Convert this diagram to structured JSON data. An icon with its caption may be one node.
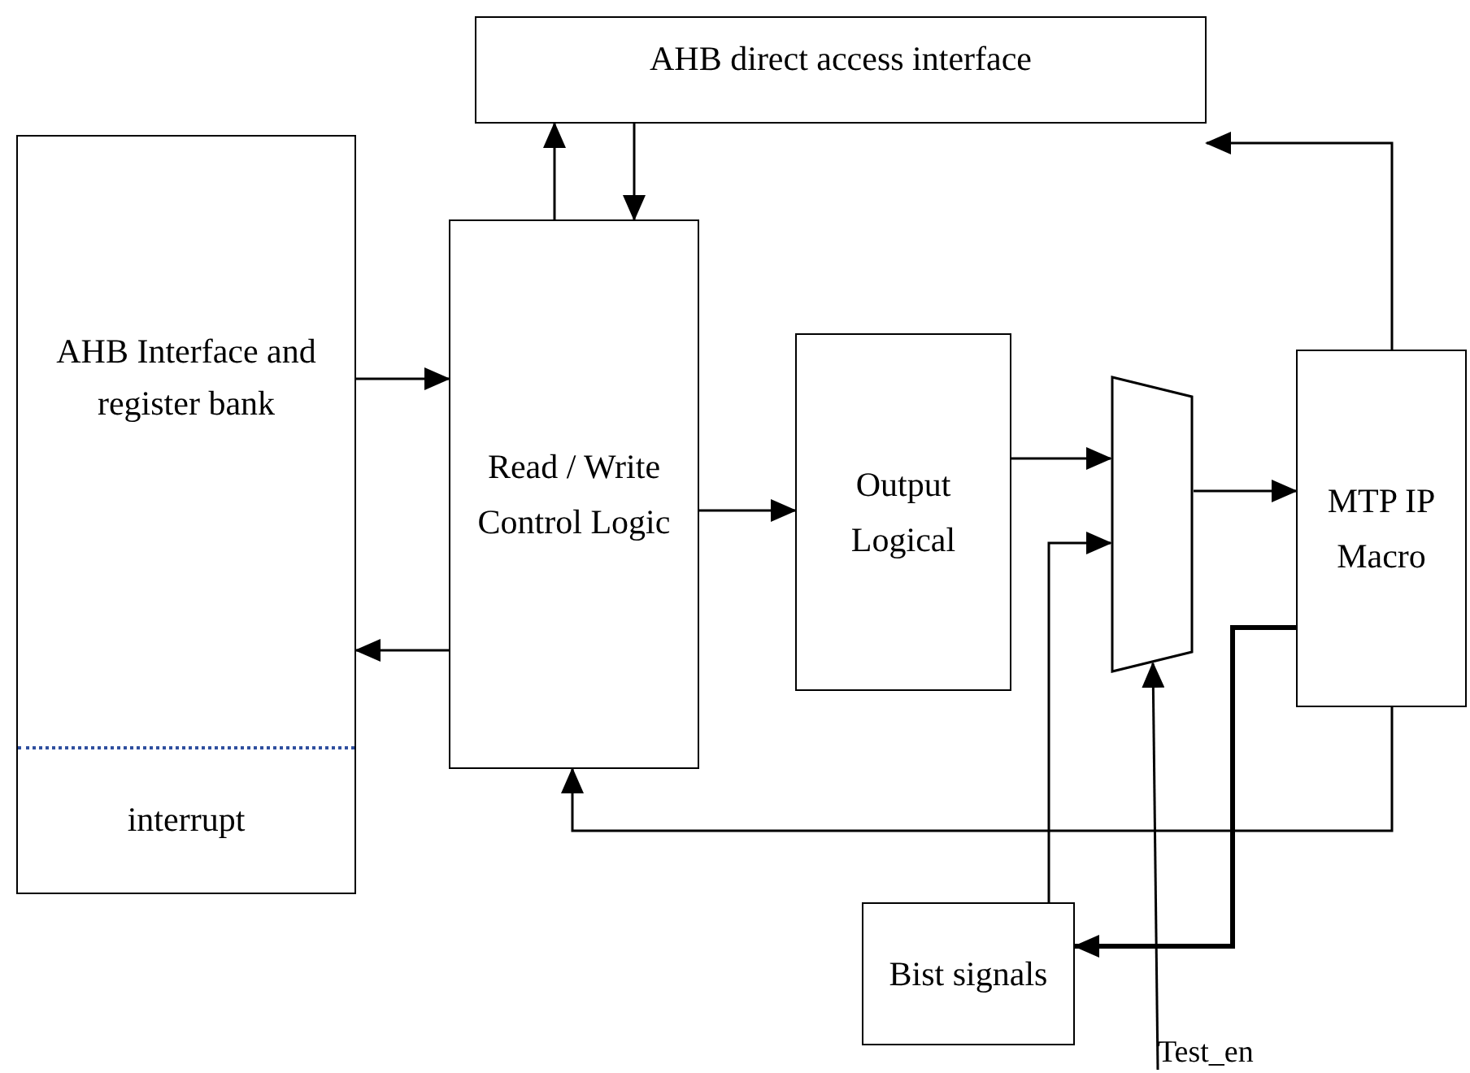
{
  "diagram": {
    "nodes": [
      {
        "text": [
          "AHB direct access interface"
        ]
      },
      {
        "text": [
          "AHB Interface and register bank",
          "interrupt"
        ]
      },
      {
        "text": [
          "Read / Write Control Logic"
        ]
      },
      {
        "text": [
          "Output Logical"
        ]
      },
      {
        "text": [],
        "shape": "trapezoid"
      },
      {
        "text": [
          "MTP IP Macro"
        ]
      },
      {
        "text": [
          "Bist signals"
        ]
      },
      {
        "text": [
          "Test_en"
        ]
      }
    ],
    "edges": [
      {
        "from": 1,
        "to": 2,
        "arrow": "to"
      },
      {
        "from": 2,
        "to": 1,
        "arrow": "to"
      },
      {
        "from": 2,
        "to": 0,
        "arrow": "to"
      },
      {
        "from": 0,
        "to": 2,
        "arrow": "to"
      },
      {
        "from": 2,
        "to": 3,
        "arrow": "to"
      },
      {
        "from": 3,
        "to": 4,
        "arrow": "to"
      },
      {
        "from": 6,
        "to": 4,
        "arrow": "to"
      },
      {
        "from": 4,
        "to": 5,
        "arrow": "to"
      },
      {
        "from": 5,
        "to": 0,
        "arrow": "to"
      },
      {
        "from": 5,
        "to": 2,
        "arrow": "to"
      },
      {
        "from": 5,
        "to": 6,
        "arrow": "to",
        "style": "thick"
      },
      {
        "from": 7,
        "to": 4,
        "arrow": "to"
      }
    ]
  }
}
